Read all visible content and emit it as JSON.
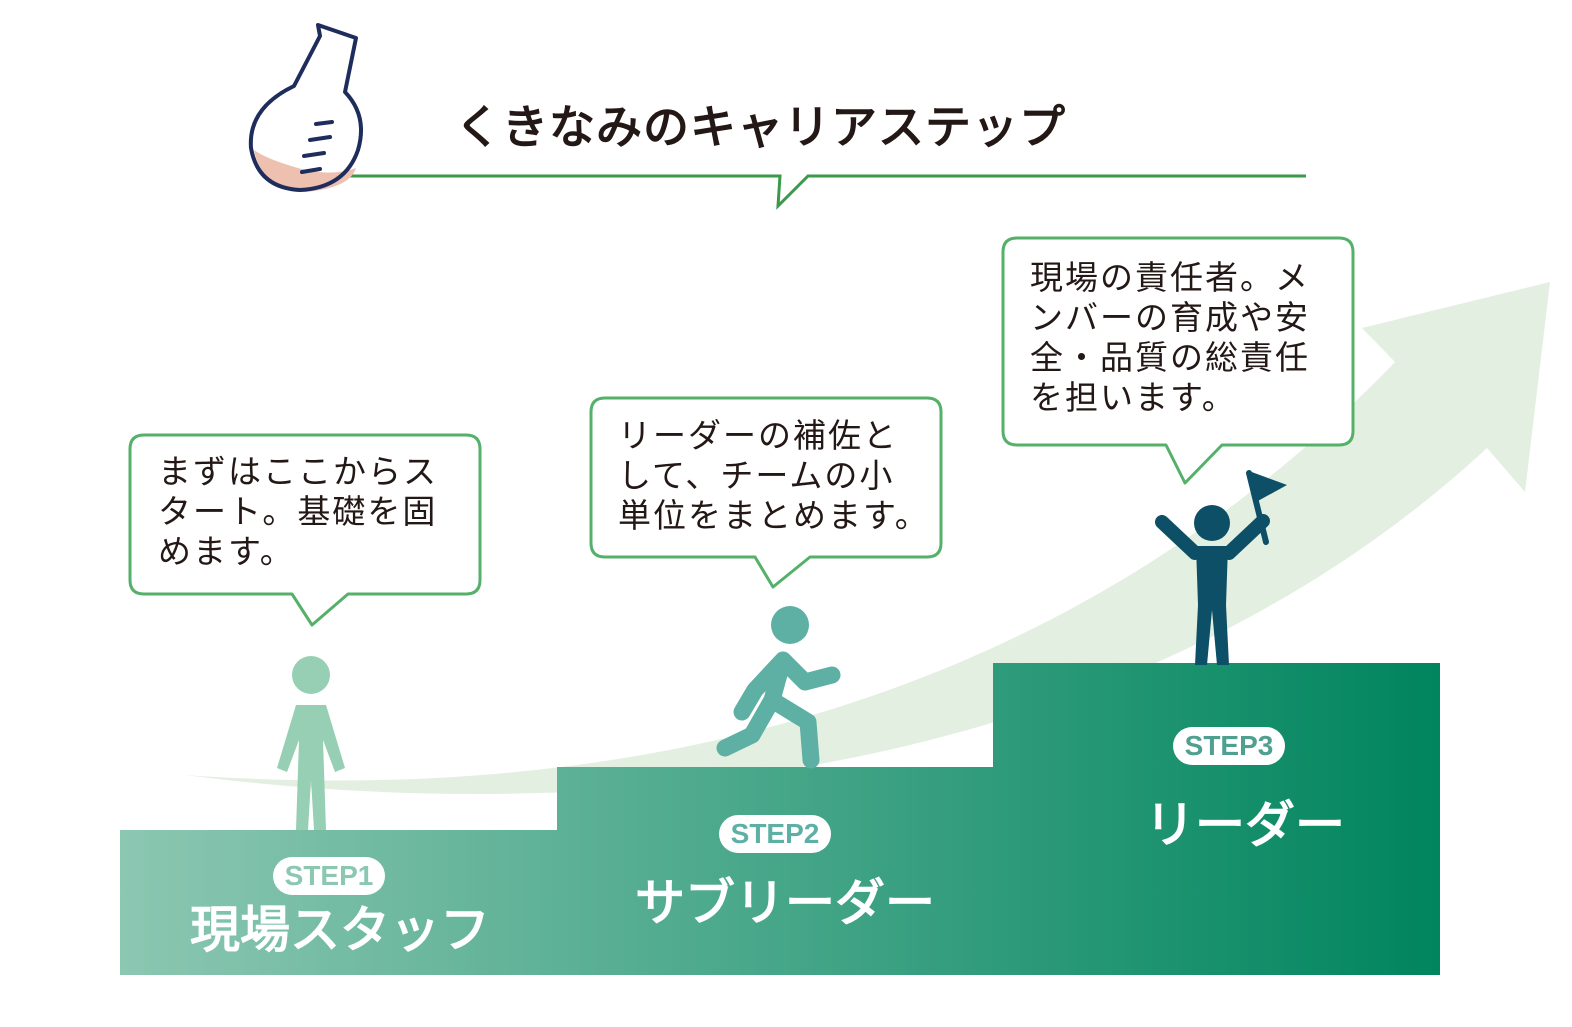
{
  "title": "くきなみのキャリアステップ",
  "colors": {
    "line_green": "#3a9a4a",
    "bubble_border": "#55b06a",
    "arrow": "#e3efe0",
    "stairs_start": "#8cc7b2",
    "stairs_end": "#00855e",
    "figure1": "#96cfb3",
    "figure2": "#5fb0a4",
    "figure3": "#0d4f66",
    "flask_outline": "#1f2d5c",
    "flask_liquid": "#eec0b0"
  },
  "icons": {
    "flask": "round-flask-icon",
    "figure1": "standing-person-icon",
    "figure2": "running-person-icon",
    "figure3": "person-with-flag-icon"
  },
  "steps": [
    {
      "badge": "STEP1",
      "name": "現場スタッフ",
      "bubble": "まずはここからス\nタート。基礎を固\nめます。"
    },
    {
      "badge": "STEP2",
      "name": "サブリーダー",
      "bubble": "リーダーの補佐と\nして、チームの小\n単位をまとめます。"
    },
    {
      "badge": "STEP3",
      "name": "リーダー",
      "bubble": "現場の責任者。メ\nンバーの育成や安\n全・品質の総責任\nを担います。"
    }
  ]
}
